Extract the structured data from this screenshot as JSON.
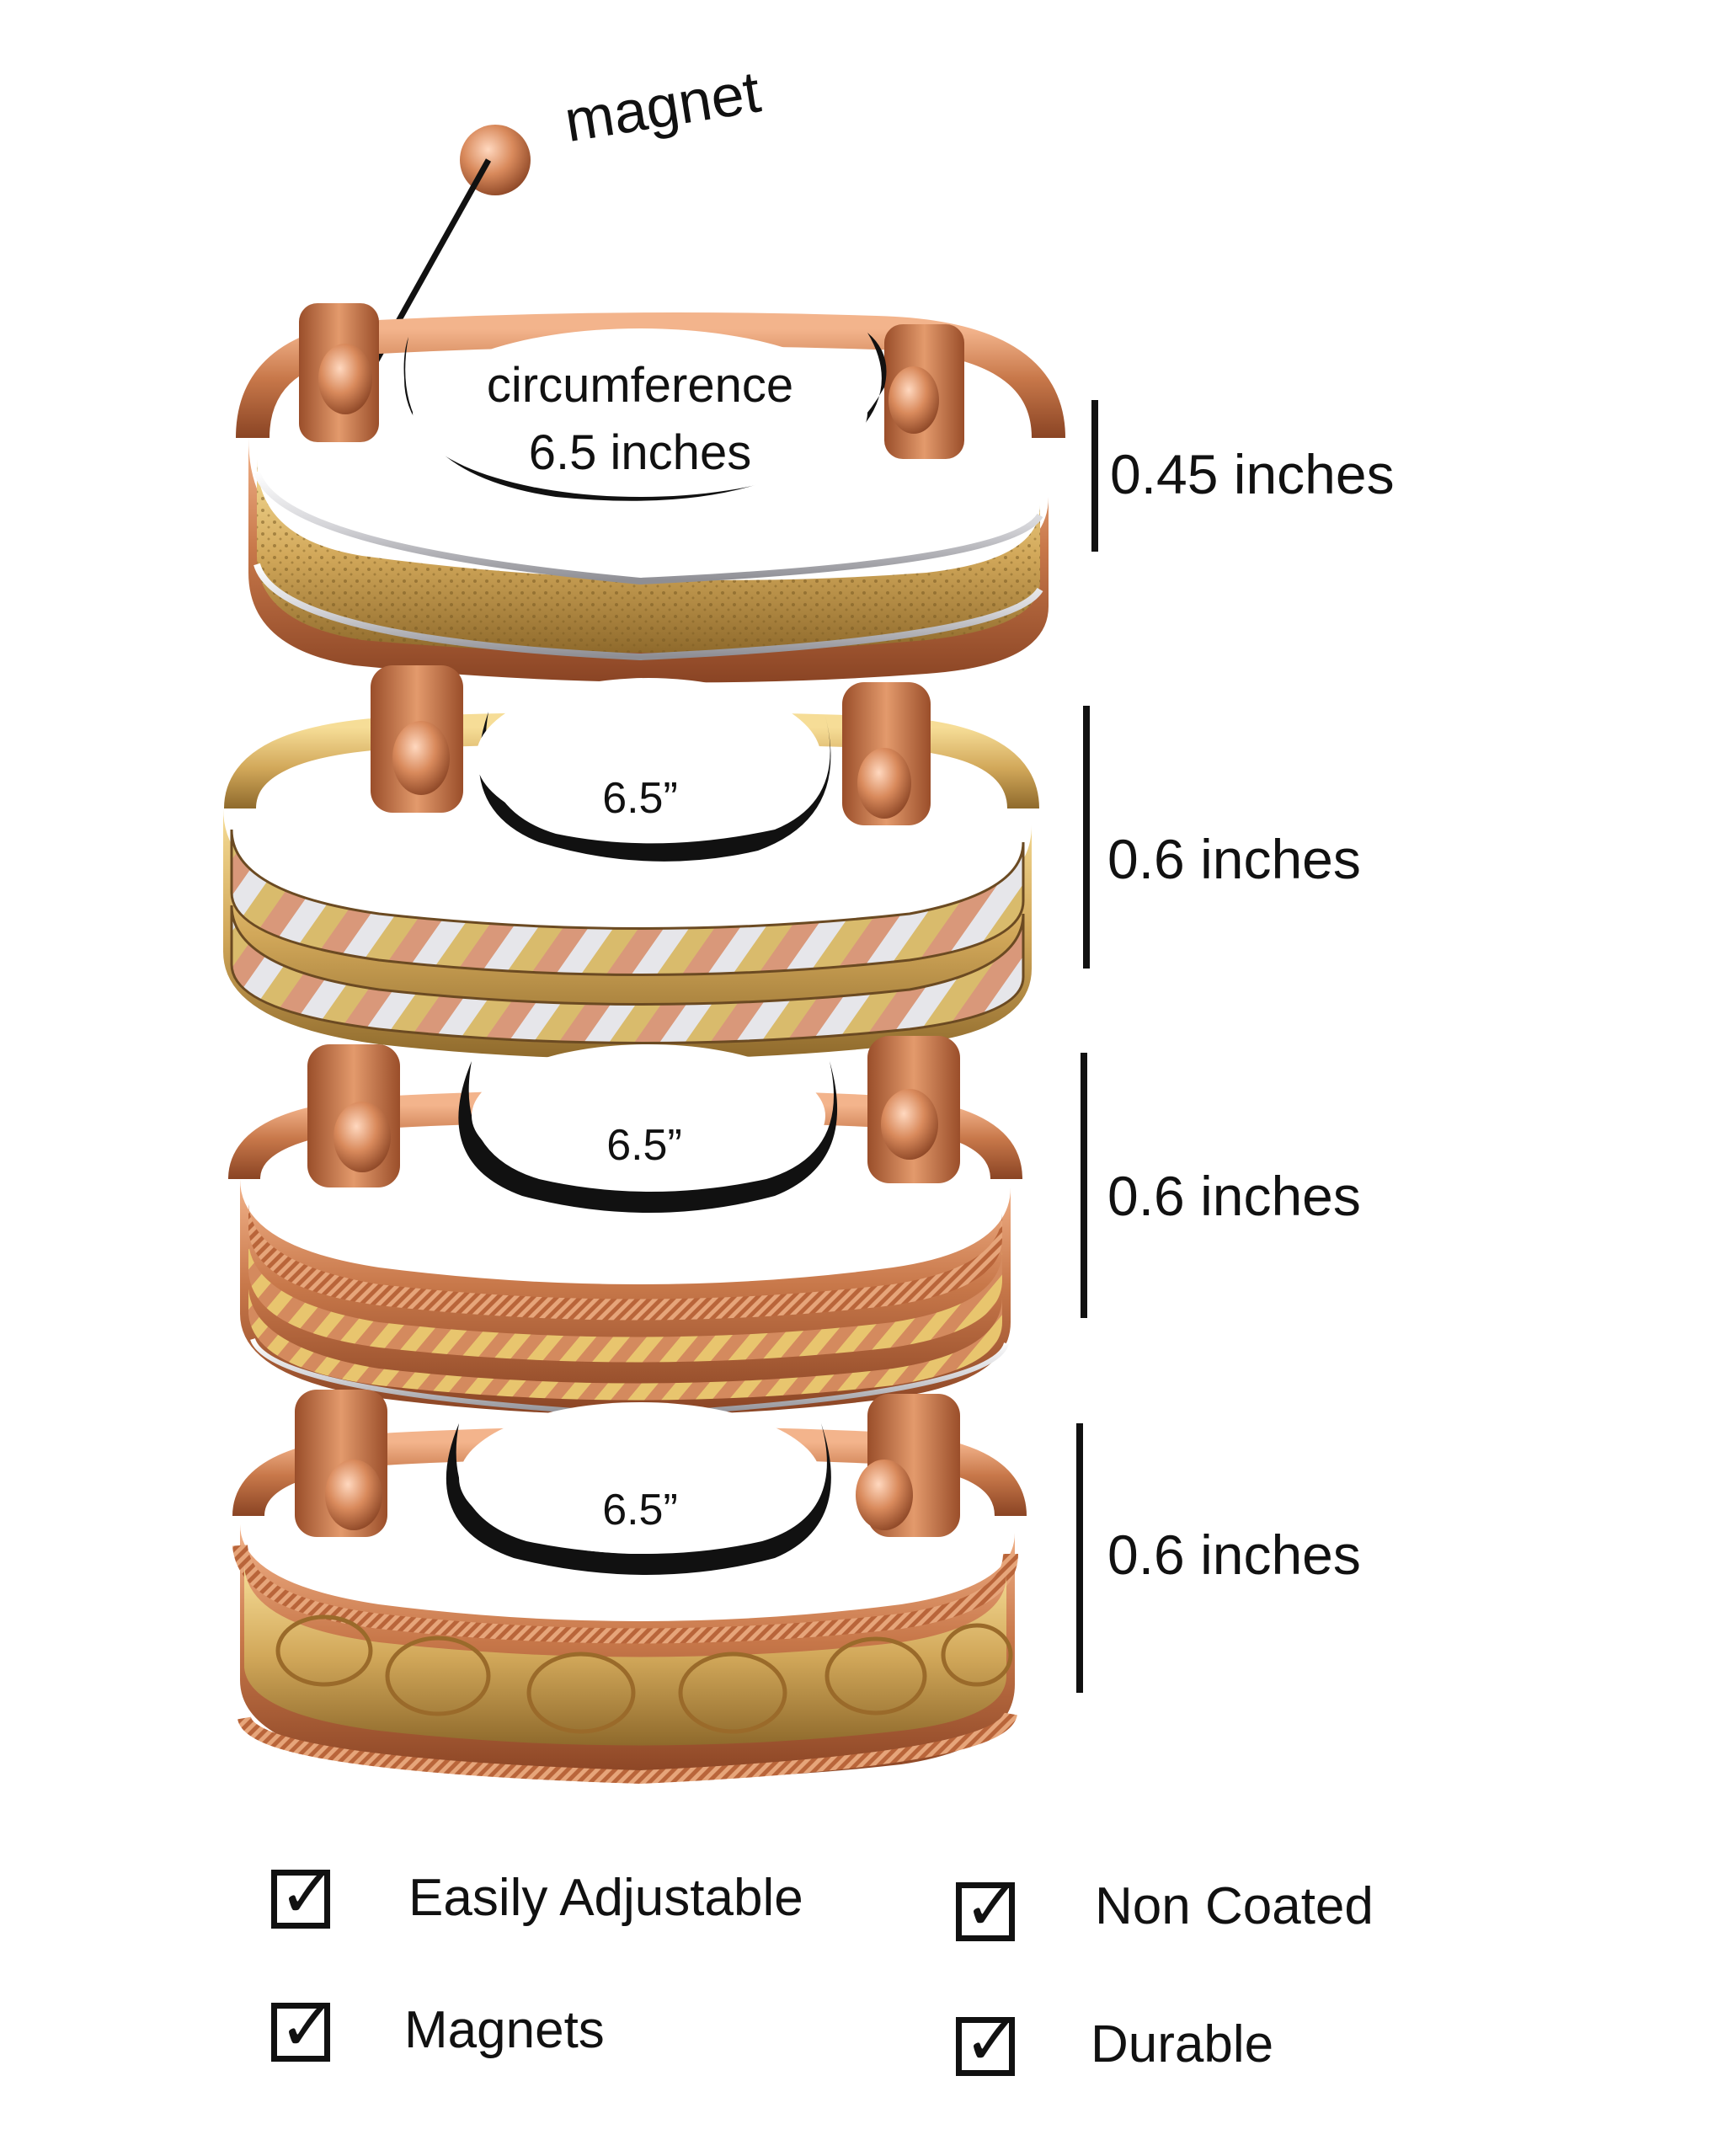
{
  "image": {
    "background": "#ffffff",
    "colors": {
      "copper": "#c8784a",
      "copper_dark": "#8a4424",
      "brass": "#d2a85a",
      "silver": "#d8d8dc",
      "ink": "#111111"
    }
  },
  "callout": {
    "label": "magnet"
  },
  "bracelets": [
    {
      "style": "etched-brass",
      "inner_label": "circumference\n6.5 inches",
      "inner_line1": "circumference",
      "inner_line2": "6.5 inches",
      "width_label": "0.45 inches"
    },
    {
      "style": "tri-color-braid",
      "inner_label": "6.5”",
      "width_label": "0.6 inches"
    },
    {
      "style": "copper-twist",
      "inner_label": "6.5”",
      "width_label": "0.6 inches"
    },
    {
      "style": "turtle-brass",
      "inner_label": "6.5”",
      "width_label": "0.6 inches"
    }
  ],
  "features": [
    {
      "label": "Easily Adjustable",
      "checked": true,
      "icon": "checkbox-checked-icon"
    },
    {
      "label": "Non Coated",
      "checked": true,
      "icon": "checkbox-checked-icon"
    },
    {
      "label": "Magnets",
      "checked": true,
      "icon": "checkbox-checked-icon"
    },
    {
      "label": "Durable",
      "checked": true,
      "icon": "checkbox-checked-icon"
    }
  ]
}
